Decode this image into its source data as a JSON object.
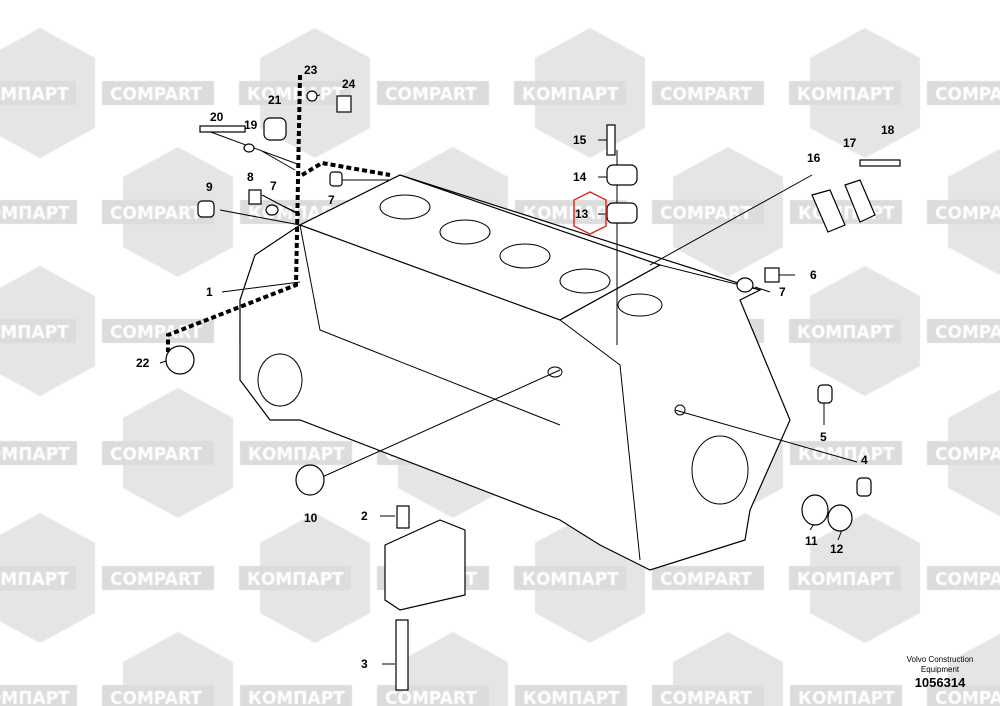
{
  "watermark": {
    "latin": "COMPART",
    "cyrillic": "КОМПАРТ",
    "color": "#dcdcdc"
  },
  "highlight_color": "#d9302c",
  "callouts": [
    "23",
    "24",
    "21",
    "20",
    "19",
    "9",
    "8",
    "7",
    "7",
    "1",
    "22",
    "15",
    "14",
    "13",
    "16",
    "17",
    "18",
    "6",
    "7",
    "5",
    "4",
    "10",
    "2",
    "11",
    "12",
    "3"
  ],
  "credit": {
    "line1": "Volvo Construction",
    "line2": "Equipment",
    "number": "1056314"
  }
}
